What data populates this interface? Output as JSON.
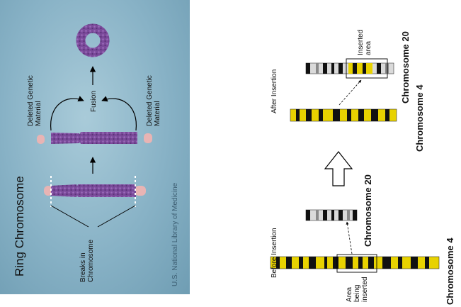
{
  "left_panel": {
    "title": "Ring Chromosome",
    "breaks_label": "Breaks in\nChromosome",
    "deleted_label_1": "Deleted Genetic\nMaterial",
    "deleted_label_2": "Deleted Genetic\nMaterial",
    "fusion_label": "Fusion",
    "credit": "U.S. National Library of Medicine"
  },
  "right_panel": {
    "before_label": "Before Insertion",
    "after_label": "After Insertion",
    "area_label": "Area\nbeing\ninserted",
    "inserted_label": "Inserted\narea",
    "chr4_before": "Chromosome 4",
    "chr20_before": "Chromosome 20",
    "chr4_after": "Chromosome 4",
    "chr20_after": "Chromosome 20"
  },
  "colors": {
    "chromosome_yellow": "#e8d200",
    "band_black": "#111111",
    "band_gray": "#8a8a8a",
    "chromatin_purple": "#7a4a9a",
    "deleted_pink": "#e8b4b4"
  }
}
